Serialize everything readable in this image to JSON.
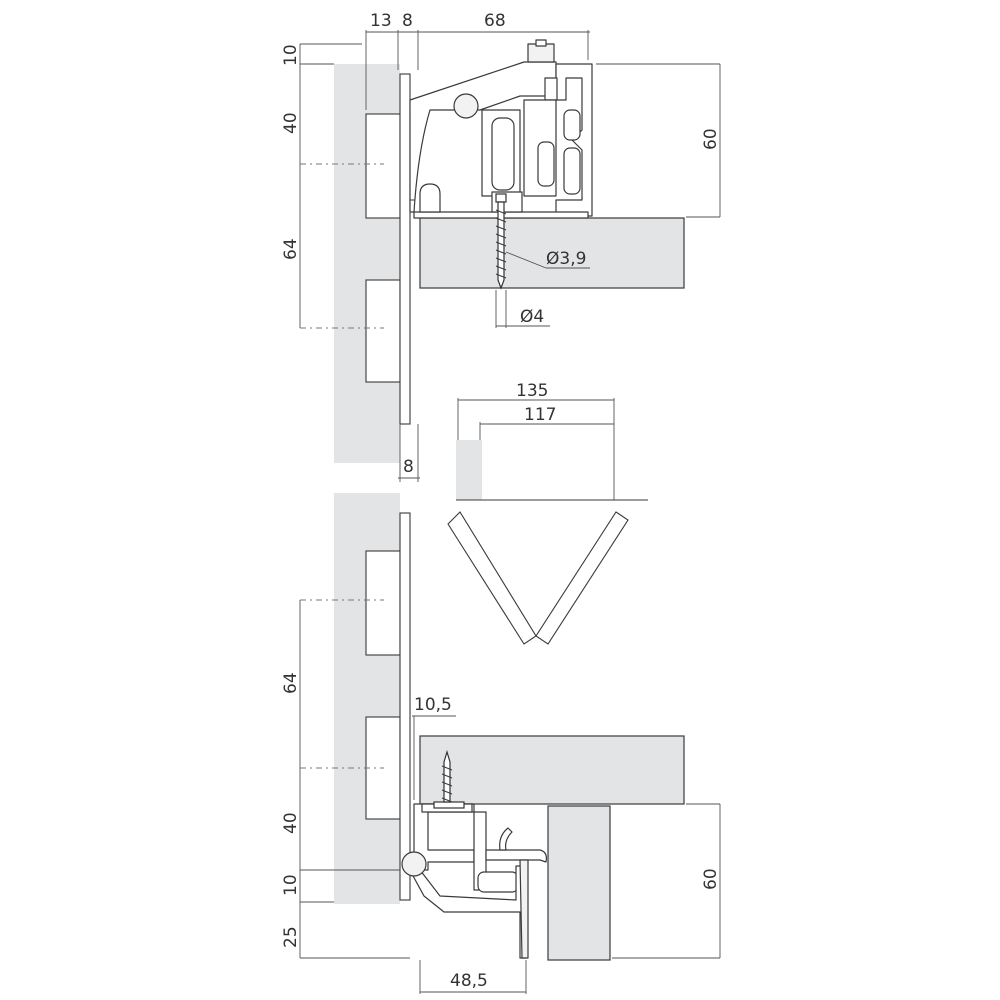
{
  "dimensions": {
    "top_13": "13",
    "top_8": "8",
    "top_68": "68",
    "left_10_top": "10",
    "left_40_top": "40",
    "left_64_top": "64",
    "right_60_top": "60",
    "screw_d39": "Ø3,9",
    "screw_d4": "Ø4",
    "mid_8": "8",
    "fold_135": "135",
    "fold_117": "117",
    "left_64_bottom": "64",
    "left_40_bottom": "40",
    "left_10_bottom": "10",
    "left_25_bottom": "25",
    "bottom_10_5": "10,5",
    "right_60_bottom": "60",
    "bottom_48_5": "48,5"
  },
  "colors": {
    "panel": "#e3e4e6",
    "line": "#3a3a3a",
    "dimension": "#555555"
  }
}
